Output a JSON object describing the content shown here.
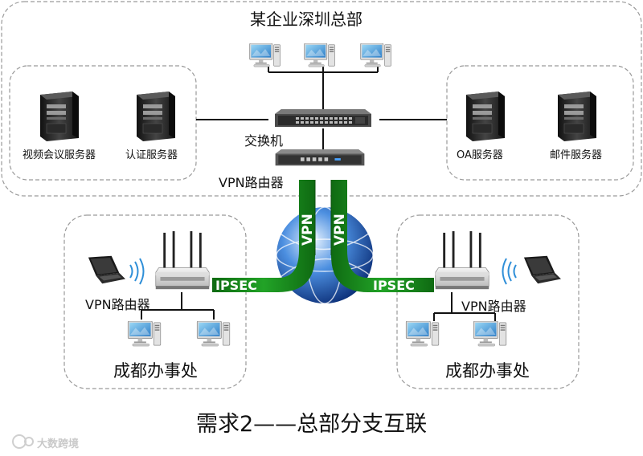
{
  "headquarters": {
    "title": "某企业深圳总部",
    "left_servers": [
      "视频会议服务器",
      "认证服务器"
    ],
    "right_servers": [
      "OA服务器",
      "邮件服务器"
    ],
    "switch_label": "交换机",
    "router_label": "VPN路由器"
  },
  "branch_left": {
    "router_label": "VPN路由器",
    "office_name": "成都办事处",
    "tunnel_label": "IPSEC"
  },
  "branch_right": {
    "router_label": "VPN路由器",
    "office_name": "成都办事处",
    "tunnel_label": "IPSEC"
  },
  "vpn_label": "VPN",
  "caption": "需求2——总部分支互联",
  "watermark": "大数跨境",
  "colors": {
    "tunnel": "#1a8a1e",
    "tunnel_dark": "#0f6a12",
    "frame": "#9a9a9a",
    "globe": "#1f5fbf"
  }
}
